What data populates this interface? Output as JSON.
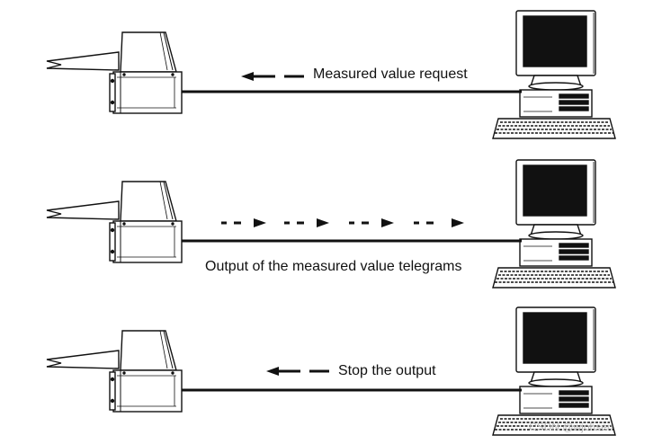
{
  "rows": [
    {
      "label": "Measured value request",
      "arrow": "left-dashed"
    },
    {
      "label": "Output of the measured value telegrams",
      "arrow": "right-dotted-repeated"
    },
    {
      "label": "Stop the output",
      "arrow": "left-dashed"
    }
  ],
  "watermark": "CSDN @wjohsen",
  "colors": {
    "ink": "#111111",
    "screen": "#111111",
    "body": "#ffffff",
    "watermark": "#bfbfbf"
  },
  "icons": {
    "device": "laser-scanner-icon",
    "computer": "desktop-computer-icon"
  }
}
